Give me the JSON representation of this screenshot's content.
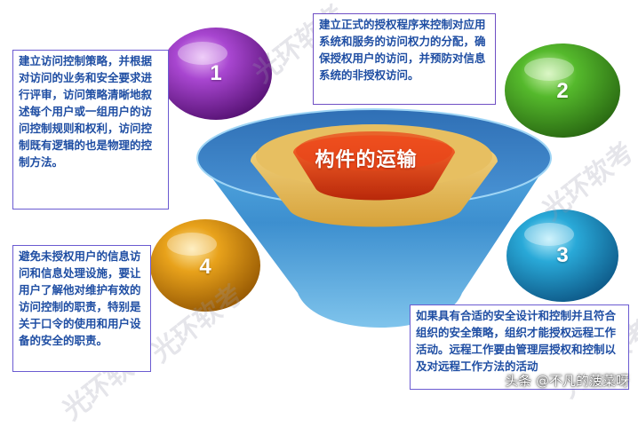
{
  "center_title": "构件的运输",
  "items": [
    {
      "number": "1",
      "color": "#8e2bb8",
      "text": "建立访问控制策略，并根据对访问的业务和安全要求进行评审，访问策略清晰地叙述每个用户或一组用户的访问控制规则和权利，访问控制既有逻辑的也是物理的控制方法。"
    },
    {
      "number": "2",
      "color": "#47a626",
      "text": "建立正式的授权程序来控制对应用系统和服务的访问权力的分配，确保授权用户的访问，并预防对信息系统的非授权访问。"
    },
    {
      "number": "3",
      "color": "#1c9fd0",
      "text": "如果具有合适的安全设计和控制并且符合组织的安全策略，组织才能授权远程工作活动。远程工作要由管理层授权和控制以及对远程工作方法的活动"
    },
    {
      "number": "4",
      "color": "#e59a14",
      "text": "避免未授权用户的信息访问和信息处理设施，要让用户了解他对维护有效的访问控制的职责，特别是关于口令的使用和用户设备的安全的职责。"
    }
  ],
  "watermark_text": "光环软考",
  "caption": "头条 @不凡的菠菜呀"
}
